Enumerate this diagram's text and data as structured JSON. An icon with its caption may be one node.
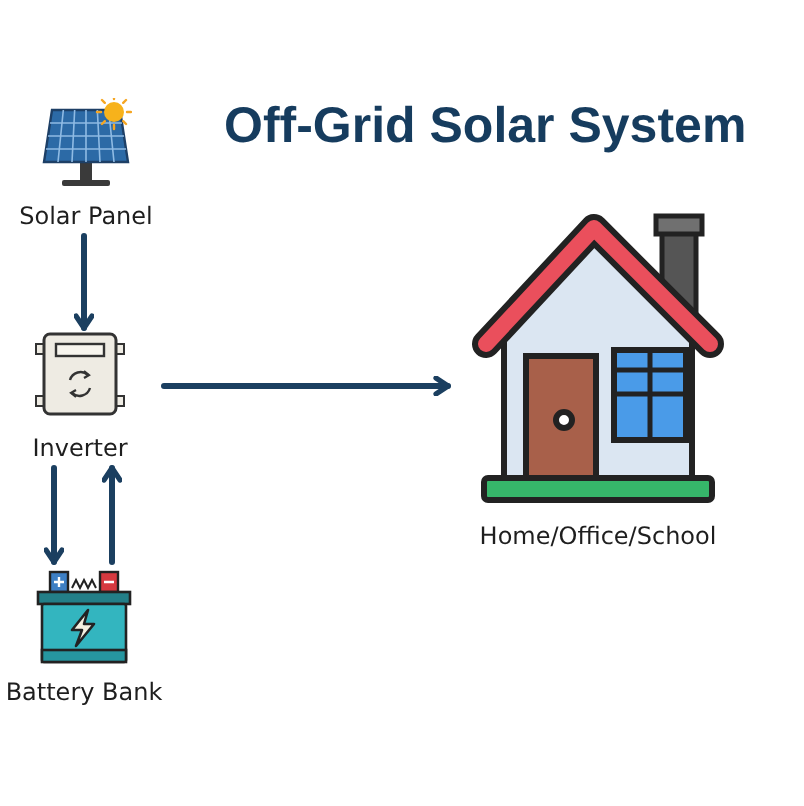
{
  "diagram": {
    "title": "Off-Grid Solar System",
    "nodes": [
      {
        "text": [
          "Solar Panel"
        ]
      },
      {
        "text": [
          "Inverter"
        ]
      },
      {
        "text": [
          "Battery Bank"
        ]
      },
      {
        "text": [
          "Home/Office/School"
        ]
      }
    ],
    "edges": [
      {
        "from": 0,
        "to": 1,
        "arrow": "to"
      },
      {
        "from": 1,
        "to": 2,
        "arrow": "to"
      },
      {
        "from": 2,
        "to": 1,
        "arrow": "to"
      },
      {
        "from": 1,
        "to": 3,
        "arrow": "to"
      }
    ]
  }
}
